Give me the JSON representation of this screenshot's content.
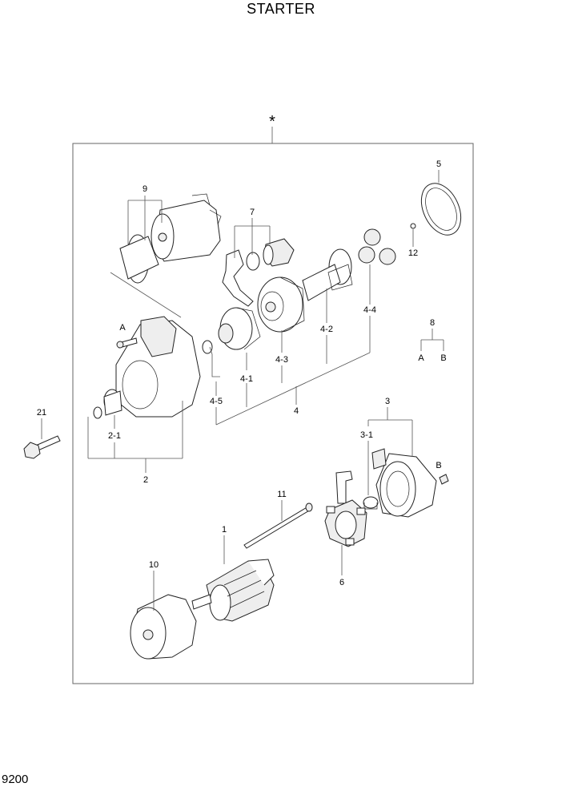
{
  "title": "STARTER",
  "page_number": "9200",
  "assembly_marker": "*",
  "labels": {
    "p1": "1",
    "p2": "2",
    "p2_1": "2-1",
    "p3": "3",
    "p3_1": "3-1",
    "p4": "4",
    "p4_1": "4-1",
    "p4_2": "4-2",
    "p4_3": "4-3",
    "p4_4": "4-4",
    "p4_5": "4-5",
    "p5": "5",
    "p6": "6",
    "p7": "7",
    "p8": "8",
    "p8_a": "A",
    "p8_b": "B",
    "p9": "9",
    "p10": "10",
    "p11": "11",
    "p12": "12",
    "p21": "21",
    "ref_a": "A",
    "ref_b": "B"
  }
}
